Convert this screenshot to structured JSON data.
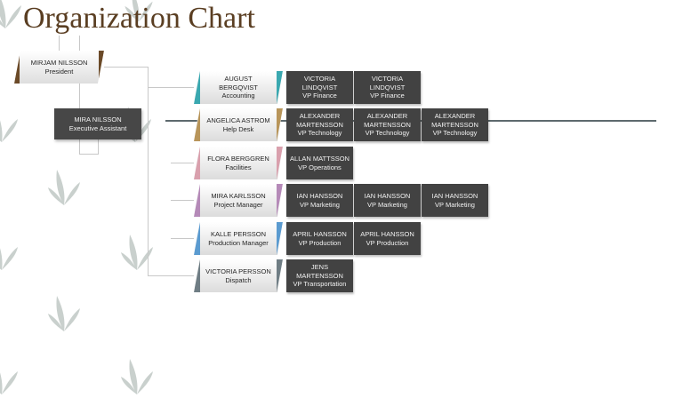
{
  "title": "Organization Chart",
  "president": {
    "name": "MIRJAM NILSSON",
    "role": "President"
  },
  "assistant": {
    "name": "MIRA NILSSON",
    "role": "Executive Assistant"
  },
  "managers": [
    {
      "name": "AUGUST BERGQVIST",
      "role": "Accounting",
      "accent": "#3aa8b0",
      "reports": [
        {
          "name": "VICTORIA LINDQVIST",
          "role": "VP Finance"
        },
        {
          "name": "VICTORIA LINDQVIST",
          "role": "VP Finance"
        }
      ]
    },
    {
      "name": "ANGELICA ASTROM Help Desk",
      "role": "",
      "accent": "#b8955a",
      "reports": [
        {
          "name": "ALEXANDER MARTENSSON",
          "role": "VP Technology"
        },
        {
          "name": "ALEXANDER MARTENSSON",
          "role": "VP Technology"
        },
        {
          "name": "ALEXANDER MARTENSSON",
          "role": "VP Technology"
        }
      ]
    },
    {
      "name": "FLORA BERGGREN",
      "role": "Facilities",
      "accent": "#d9a0ad",
      "reports": [
        {
          "name": "ALLAN MATTSSON",
          "role": "VP Operations"
        }
      ]
    },
    {
      "name": "MIRA KARLSSON",
      "role": "Project Manager",
      "accent": "#b58ab8",
      "reports": [
        {
          "name": "IAN HANSSON",
          "role": "VP Marketing"
        },
        {
          "name": "IAN HANSSON",
          "role": "VP Marketing"
        },
        {
          "name": "IAN HANSSON",
          "role": "VP Marketing"
        }
      ]
    },
    {
      "name": "KALLE PERSSON",
      "role": "Production Manager",
      "accent": "#5b9bd0",
      "reports": [
        {
          "name": "APRIL HANSSON",
          "role": "VP Production"
        },
        {
          "name": "APRIL HANSSON",
          "role": "VP Production"
        }
      ]
    },
    {
      "name": "VICTORIA PERSSON",
      "role": "Dispatch",
      "accent": "#6f7d84",
      "reports": [
        {
          "name": "JENS MARTENSSON",
          "role": "VP Transportation"
        }
      ]
    }
  ]
}
